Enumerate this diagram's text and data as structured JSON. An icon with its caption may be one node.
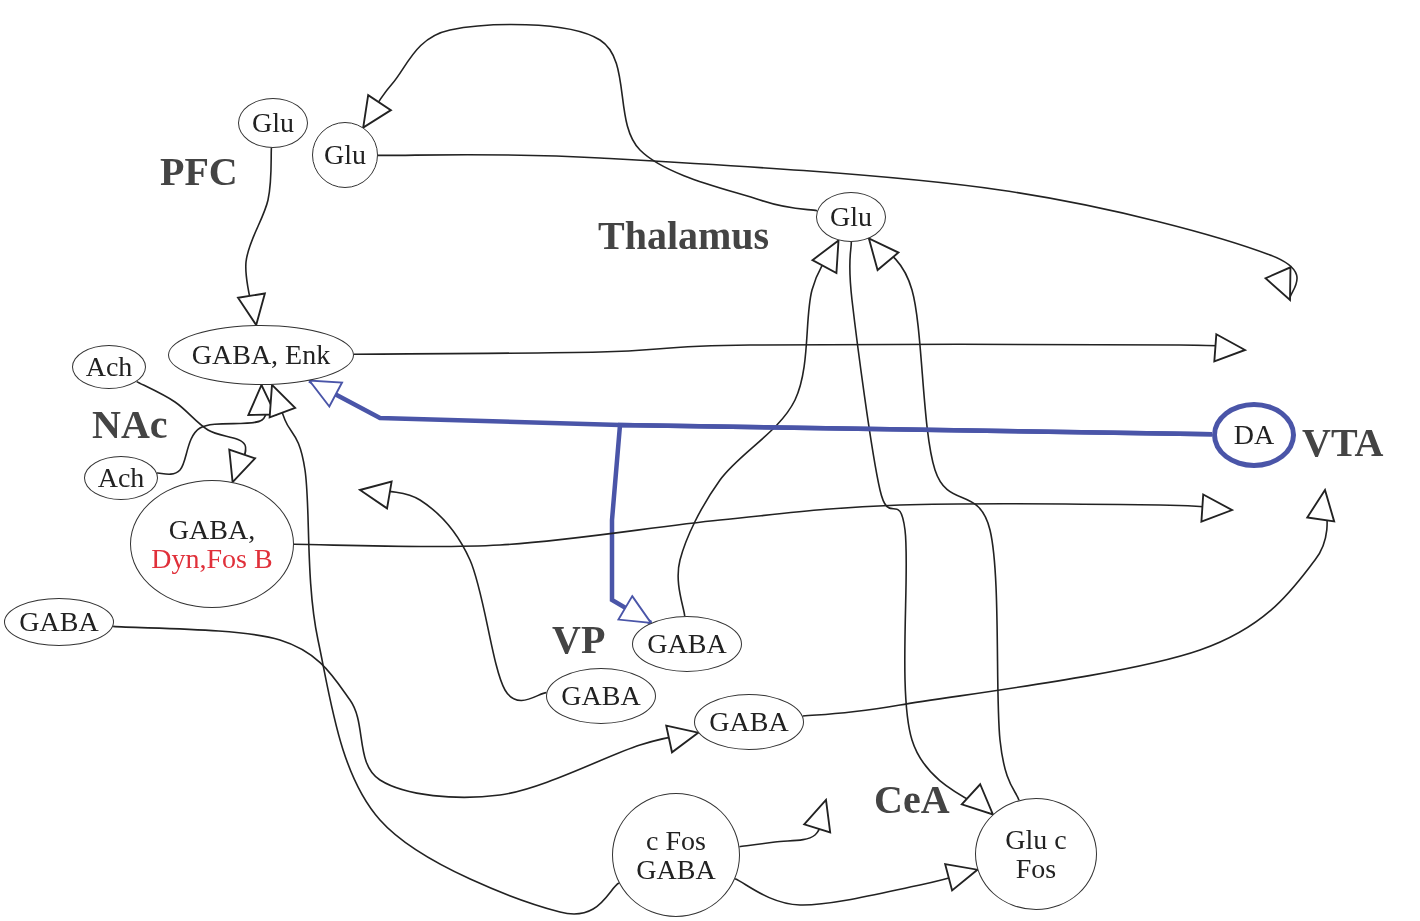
{
  "diagram": {
    "nodes": [
      {
        "text": [
          "Glu"
        ]
      },
      {
        "text": [
          "Glu"
        ]
      },
      {
        "text": [
          "Glu"
        ]
      },
      {
        "text": [
          "GABA, Enk"
        ]
      },
      {
        "text": [
          "Ach"
        ]
      },
      {
        "text": [
          "Ach"
        ]
      },
      {
        "text": [
          "GABA,",
          "Dyn,Fos B"
        ]
      },
      {
        "text": [
          "GABA"
        ]
      },
      {
        "text": [
          "GABA"
        ]
      },
      {
        "text": [
          "GABA"
        ]
      },
      {
        "text": [
          "GABA"
        ]
      },
      {
        "text": [
          "DA"
        ]
      },
      {
        "text": [
          "c Fos GABA"
        ]
      },
      {
        "text": [
          "Glu c Fos"
        ]
      }
    ],
    "edges": [
      {
        "from": 0,
        "to": 3,
        "arrow": "to"
      },
      {
        "from": 1,
        "to": null,
        "arrow": "to"
      },
      {
        "from": 2,
        "to": 1,
        "arrow": "to"
      },
      {
        "from": 2,
        "to": 13,
        "arrow": "to"
      },
      {
        "from": 13,
        "to": 2,
        "arrow": "to"
      },
      {
        "from": 8,
        "to": 2,
        "arrow": "to"
      },
      {
        "from": 3,
        "to": null,
        "arrow": "to"
      },
      {
        "from": 11,
        "to": 3,
        "arrow": "to",
        "style": "thick",
        "color": "#4a55a8"
      },
      {
        "from": 11,
        "to": 8,
        "arrow": "to",
        "style": "thick",
        "color": "#4a55a8"
      },
      {
        "from": 6,
        "to": null,
        "arrow": "to"
      },
      {
        "from": 10,
        "to": null,
        "arrow": "to"
      },
      {
        "from": 7,
        "to": 10,
        "arrow": "to"
      },
      {
        "from": 9,
        "to": null,
        "arrow": "to"
      },
      {
        "from": 4,
        "to": 6,
        "arrow": "to"
      },
      {
        "from": 5,
        "to": 3,
        "arrow": "to"
      },
      {
        "from": 12,
        "to": null,
        "arrow": "to"
      },
      {
        "from": 12,
        "to": 3,
        "arrow": "to"
      },
      {
        "from": 12,
        "to": 13,
        "arrow": "to"
      }
    ],
    "labels": [
      "PFC",
      "Thalamus",
      "NAc",
      "VTA",
      "VP",
      "CeA"
    ]
  }
}
